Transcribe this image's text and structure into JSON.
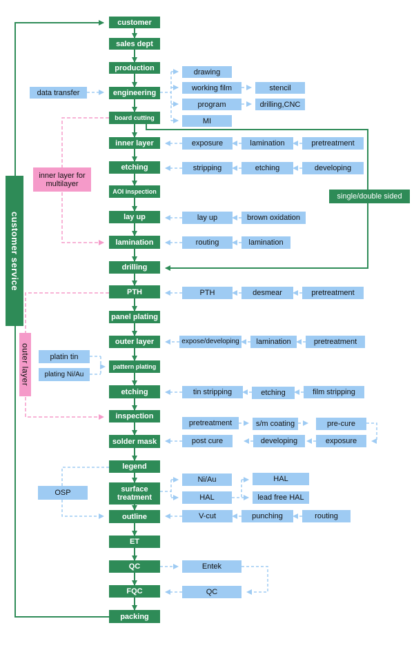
{
  "main_flow": {
    "customer": "customer",
    "sales": "sales dept",
    "production": "production",
    "engineering": "engineering",
    "board_cutting": "board cutting",
    "inner_layer": "inner layer",
    "etching1": "etching",
    "aoi": "AOI inspection",
    "lay_up": "lay up",
    "lamination": "lamination",
    "drilling": "drilling",
    "pth": "PTH",
    "panel_plating": "panel plating",
    "outer_layer": "outer layer",
    "pattern_plating": "pattern plating",
    "etching2": "etching",
    "inspection": "inspection",
    "solder_mask": "solder mask",
    "legend": "legend",
    "surface_treatment": "surface treatment",
    "outline": "outline",
    "et": "ET",
    "qc": "QC",
    "fqc": "FQC",
    "packing": "packing"
  },
  "side": {
    "customer_service": "customer service",
    "inner_layer_multilayer": "inner layer for multilayer",
    "outer_layer": "outer layer",
    "single_double": "single/double sided"
  },
  "engineering_branch": {
    "data_transfer": "data transfer",
    "drawing": "drawing",
    "working_film": "working film",
    "stencil": "stencil",
    "program": "program",
    "drilling_cnc": "drilling,CNC",
    "mi": "MI"
  },
  "inner_branch": {
    "exposure": "exposure",
    "lamination": "lamination",
    "pretreatment": "pretreatment"
  },
  "etch1_branch": {
    "stripping": "stripping",
    "etching": "etching",
    "developing": "developing"
  },
  "layup_branch": {
    "lay_up": "lay up",
    "brown_oxidation": "brown oxidation"
  },
  "lam_branch": {
    "routing": "routing",
    "lamination": "lamination"
  },
  "pth_branch": {
    "pth": "PTH",
    "desmear": "desmear",
    "pretreatment": "pretreatment"
  },
  "outer_branch": {
    "expose_developing": "expose/developing",
    "lamination": "lamination",
    "pretreatment": "pretreatment"
  },
  "pattern_branch": {
    "platin_tin": "platin tin",
    "plating_niau": "plating Ni/Au"
  },
  "etch2_branch": {
    "tin_stripping": "tin stripping",
    "etching": "etching",
    "film_stripping": "film stripping"
  },
  "sm_branch": {
    "pretreatment": "pretreatment",
    "sm_coating": "s/m coating",
    "pre_cure": "pre-cure",
    "post_cure": "post cure",
    "developing": "developing",
    "exposure": "exposure"
  },
  "surface_branch": {
    "niau": "Ni/Au",
    "hal": "HAL",
    "hal2": "HAL",
    "lead_free_hal": "lead free HAL",
    "osp": "OSP"
  },
  "outline_branch": {
    "vcut": "V-cut",
    "punching": "punching",
    "routing": "routing"
  },
  "qc_branch": {
    "entek": "Entek",
    "qc": "QC"
  },
  "colors": {
    "main": "#2e8b57",
    "sub": "#9ecbf3",
    "pink": "#f59ac9",
    "dashed_blue": "#9ecbf3",
    "dashed_pink": "#f59ac9"
  }
}
